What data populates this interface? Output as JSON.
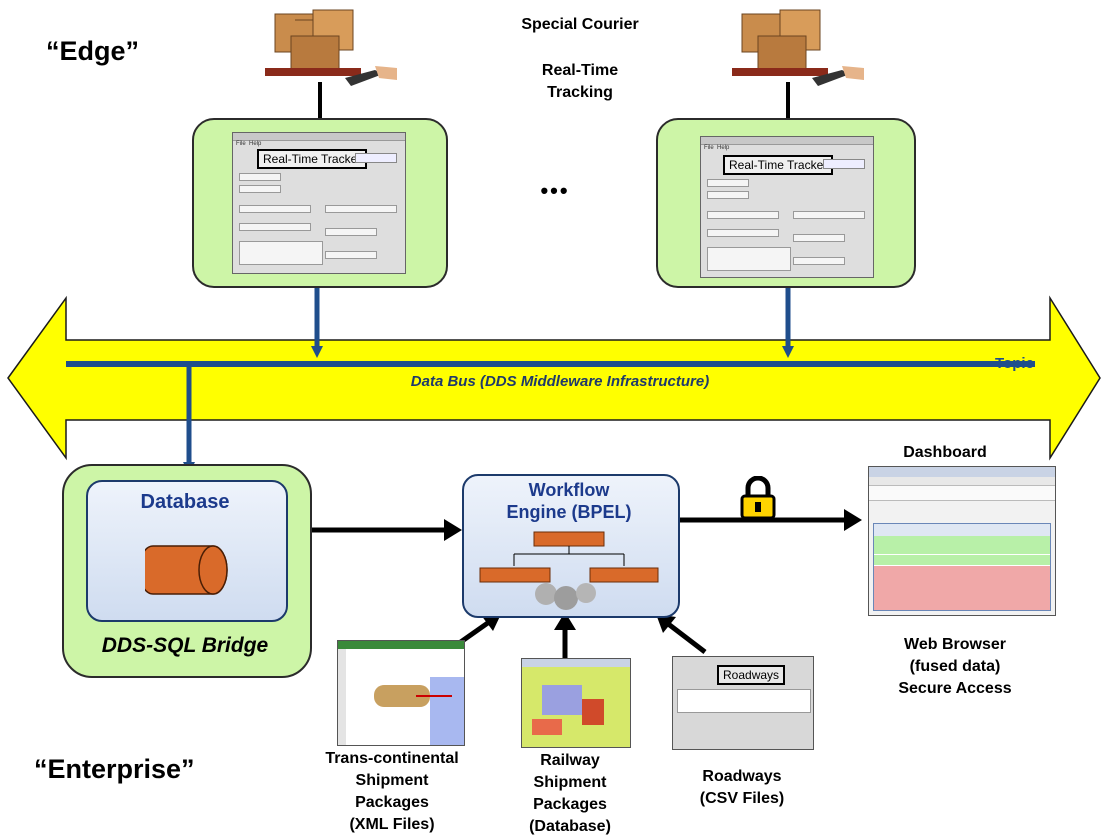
{
  "edge_label": "“Edge”",
  "enterprise_label": "“Enterprise”",
  "courier_title": "Special Courier",
  "tracking_title_line1": "Real-Time",
  "tracking_title_line2": "Tracking",
  "ellipsis": "•••",
  "tracker_left": {
    "title": "Real-Time Tracker"
  },
  "tracker_right": {
    "title": "Real-Time Tracker"
  },
  "bus": {
    "label": "Data Bus (DDS Middleware Infrastructure)",
    "topic": "Topic"
  },
  "database": {
    "title": "Database",
    "bridge": "DDS-SQL Bridge"
  },
  "workflow": {
    "line1": "Workflow",
    "line2": "Engine (BPEL)"
  },
  "dashboard": {
    "title": "Dashboard",
    "caption_line1": "Web Browser",
    "caption_line2": "(fused data)",
    "caption_line3": "Secure Access"
  },
  "sources": {
    "trans": {
      "line1": "Trans-continental",
      "line2": "Shipment",
      "line3": "Packages",
      "line4": "(XML Files)"
    },
    "railway": {
      "line1": "Railway",
      "line2": "Shipment",
      "line3": "Packages",
      "line4": "(Database)"
    },
    "roadways": {
      "window_title": "Roadways",
      "line1": "Roadways",
      "line2": "(CSV Files)"
    }
  },
  "colors": {
    "bus_yellow": "#ffff00",
    "bus_line": "#1f4e8c",
    "green_box": "#cdf5a7",
    "arrow_navy": "#1f4e8c",
    "box_orange": "#d96a2a",
    "workflow_title": "#1c3a8c"
  }
}
